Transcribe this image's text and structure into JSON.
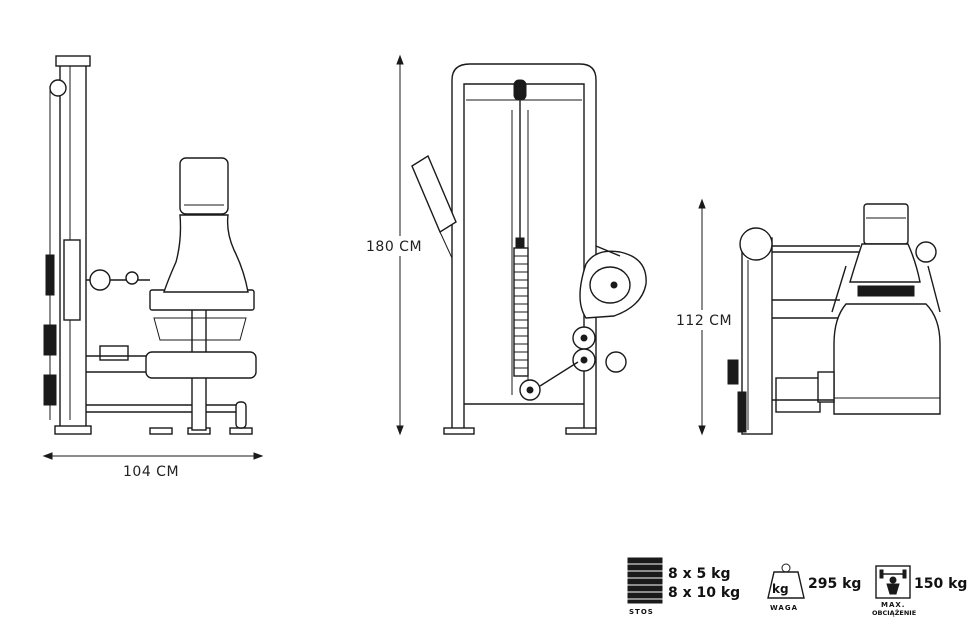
{
  "dimensions": {
    "depth": "104 CM",
    "height": "180 CM",
    "width": "112 CM"
  },
  "specs": {
    "stack": {
      "line1": "8 x 5 kg",
      "line2": "8 x 10 kg",
      "caption": "STOS",
      "icon": "weight-stack-icon"
    },
    "weight": {
      "value": "295 kg",
      "icon_text": "kg",
      "caption": "WAGA",
      "icon": "weight-bag-icon"
    },
    "max_load": {
      "value": "150 kg",
      "caption_line1": "MAX.",
      "caption_line2": "OBCIĄŻENIE",
      "icon": "lifter-icon"
    }
  },
  "colors": {
    "line": "#1a1a1a",
    "background": "#ffffff"
  }
}
